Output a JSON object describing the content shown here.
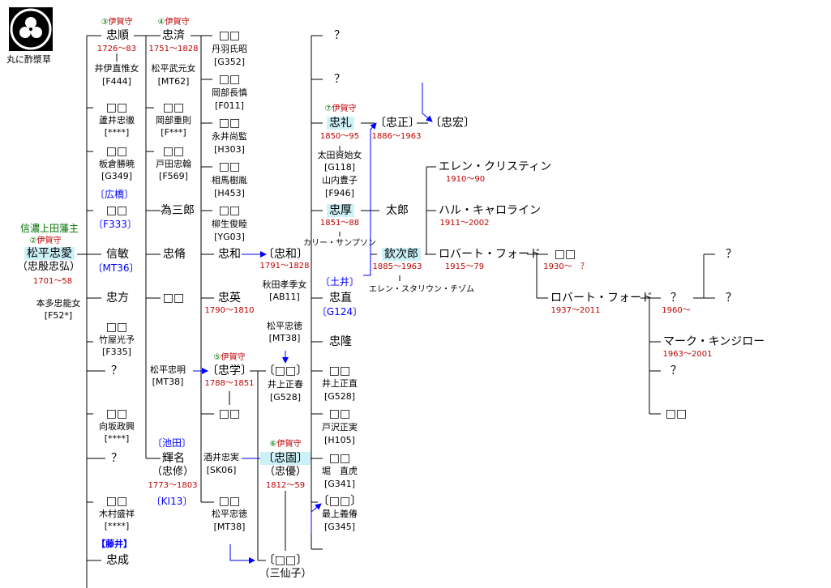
{
  "crest": {
    "label": "丸に酢漿草"
  },
  "rank": "伊賀守",
  "nodes": {
    "c0_title": "信濃上田藩主",
    "c0_rank_num": "②",
    "c0_name": "松平忠愛",
    "c0_alias": "（忠殷忠弘）",
    "c0_years": "1701～58",
    "c0_wife": "本多忠能女",
    "c0_wife_code": "[F52*]",
    "c1_rank_num": "③",
    "c1_tadanori": "忠順",
    "c1_tadanori_years": "1726～83",
    "c1_tadanori_wife": "井伊直惟女",
    "c1_tadanori_wife_code": "[F444]",
    "c1_box1": "□□",
    "c1_box1_sp": "蘆井忠徹",
    "c1_box1_code": "[****]",
    "c1_box2": "□□",
    "c1_box2_sp": "板倉勝暁",
    "c1_box2_code": "[G349]",
    "c1_hirohashi": "〔広橋〕",
    "c1_box3": "□□",
    "c1_box3_code": "〔F333〕",
    "c1_nobutoshi": "信敏",
    "c1_nobutoshi_code": "〔MT36〕",
    "c1_tadakata": "忠方",
    "c1_box4": "□□",
    "c1_box4_sp": "竹屋光予",
    "c1_box4_code": "[F335]",
    "c1_q1": "？",
    "c1_box5": "□□",
    "c1_box5_sp": "向坂政興",
    "c1_box5_code": "[****]",
    "c1_q2": "？",
    "c1_box6": "□□",
    "c1_box6_sp": "木村盛祥",
    "c1_box6_code": "[****]",
    "c1_fujii": "【藤井】",
    "c1_tadanari": "忠成",
    "c2_rank_num": "④",
    "c2_tadazumi": "忠済",
    "c2_tadazumi_years": "1751～1828",
    "c2_tadazumi_wife": "松平武元女",
    "c2_tadazumi_wife_code": "[MT62]",
    "c2_box1": "□□",
    "c2_box1_sp": "岡部重則",
    "c2_box1_code": "[F***]",
    "c2_box2": "□□",
    "c2_box2_sp": "戸田忠翰",
    "c2_box2_code": "[F569]",
    "c2_tamesaburo": "為三郎",
    "c2_tadanaga": "忠脩",
    "c2_box3": "□□",
    "c2_tadaaki_src": "松平忠明",
    "c2_tadaaki_code": "[MT38]",
    "c2_ikeda": "〔池田〕",
    "c2_teruna": "輝名",
    "c2_teruna_alias": "（忠修）",
    "c2_teruna_years": "1773～1803",
    "c2_teruna_code": "〔KI13〕",
    "c3_box1": "□□",
    "c3_box1_sp": "丹羽氏昭",
    "c3_box1_code": "[G352]",
    "c3_box2": "□□",
    "c3_box2_sp": "岡部長慎",
    "c3_box2_code": "[F011]",
    "c3_box3": "□□",
    "c3_box3_sp": "永井尚監",
    "c3_box3_code": "[H303]",
    "c3_box4": "□□",
    "c3_box4_sp": "相馬樹胤",
    "c3_box4_code": "[H453]",
    "c3_box5": "□□",
    "c3_box5_sp": "柳生俊睦",
    "c3_box5_code": "[YG03]",
    "c3_tadakazu": "忠和",
    "c3_tadahide": "忠英",
    "c3_tadahide_years": "1790～1810",
    "c3_rank_num5": "⑤",
    "c3_tadazane": "〔忠学〕",
    "c3_tadazane_years": "1788～1851",
    "c3_box6": "□□",
    "c3_sakai": "酒井忠実",
    "c3_sakai_code": "[SK06]",
    "c3_box7": "□□",
    "c3_box7_sp": "松平忠徳",
    "c3_box7_code": "[MT38]",
    "c4_tadakazu": "〔忠和〕",
    "c4_tadakazu_years": "1791～1828",
    "c4_tadakazu_wife": "秋田孝季女",
    "c4_tadakazu_wife_code": "[AB11]",
    "c4_tadanori_src": "松平忠徳",
    "c4_tadanori_code": "[MT38]",
    "c4_box1": "〔□□〕",
    "c4_box1_sp": "井上正春",
    "c4_box1_code": "[G528]",
    "c4_rank_num6": "⑥",
    "c4_tadakata": "〔忠固〕",
    "c4_tadakata_alias": "（忠優）",
    "c4_tadakata_years": "1812～59",
    "c4_box2": "〔□□〕",
    "c4_box2_alias": "（三仙子）",
    "c5_q1": "？",
    "c5_q2": "？",
    "c5_rank_num7": "⑦",
    "c5_tadanari": "忠礼",
    "c5_tadanari_years": "1850～95",
    "c5_tadanari_wife1": "太田資始女",
    "c5_tadanari_wife1_code": "[G118]",
    "c5_tadanari_wife2": "山内豊子",
    "c5_tadanari_wife2_code": "[F946]",
    "c5_tadaatsu": "忠厚",
    "c5_tadaatsu_years": "1851～88",
    "c5_tadaatsu_wife": "カリー・サンプソン",
    "c5_doi": "〔土井〕",
    "c5_tadanao": "忠直",
    "c5_tadanao_code": "〔G124〕",
    "c5_tadataka": "忠隆",
    "c5_box1": "□□",
    "c5_box1_sp": "井上正直",
    "c5_box1_code": "[G528]",
    "c5_box2": "□□",
    "c5_box2_sp": "戸沢正実",
    "c5_box2_code": "[H105]",
    "c5_box3": "□□",
    "c5_box3_sp": "堀　直虎",
    "c5_box3_code": "[G341]",
    "c5_box4": "〔□□〕",
    "c5_box4_sp": "最上義偆",
    "c5_box4_code": "[G345]",
    "c6_tadamasa": "〔忠正〕",
    "c6_tadamasa_years": "1886～1963",
    "c6_taro": "太郎",
    "c6_kinjiro": "欽次郎",
    "c6_kinjiro_years": "1885～1963",
    "c6_kinjiro_wife": "エレン・スタリウン・チゾム",
    "c7_tadahiro": "〔忠宏〕",
    "c7_ellen": "エレン・クリスティン",
    "c7_ellen_years": "1910～90",
    "c7_hal": "ハル・キャロライン",
    "c7_hal_years": "1911～2002",
    "c7_robert1": "ロバート・フォード",
    "c7_robert1_years": "1915～79",
    "c8_box1": "□□",
    "c8_box1_years": "1930～　？",
    "c8_robert2": "ロバート・フォード",
    "c8_robert2_years": "1937～2011",
    "c9_q1": "？",
    "c9_q1_years": "1960～",
    "c9_mark": "マーク・キンジロー",
    "c9_mark_years": "1963～2001",
    "c9_q2": "？",
    "c9_box1": "□□",
    "c10_q1": "？",
    "c10_q2": "？"
  }
}
